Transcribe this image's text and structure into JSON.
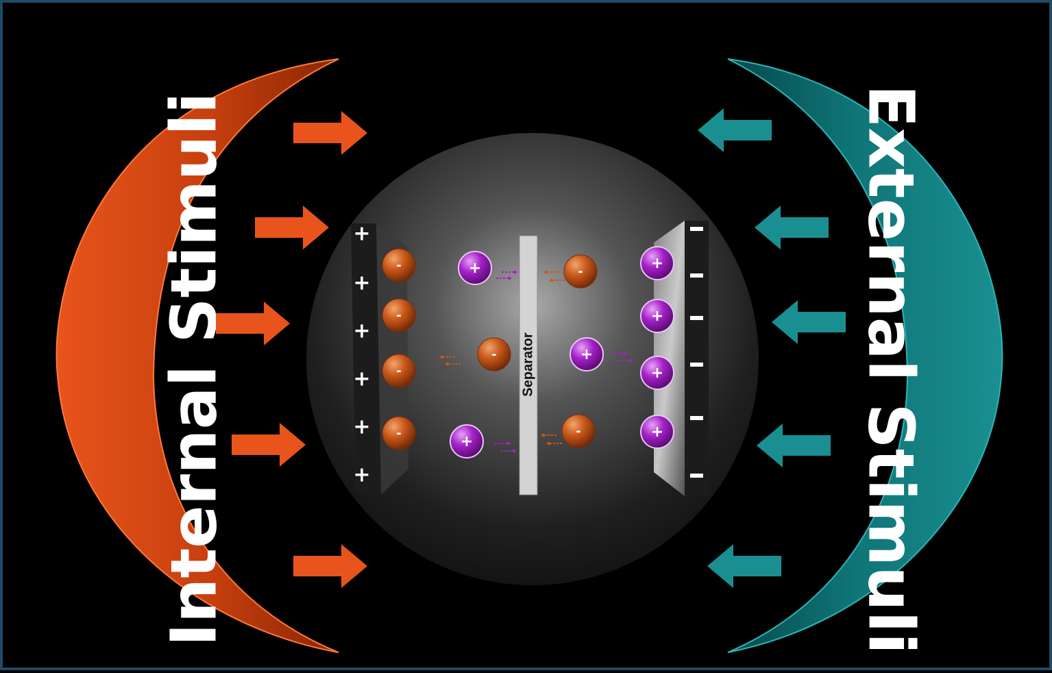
{
  "left_label": "Internal Stimuli",
  "right_label": "External Stimuli",
  "separator_label": "Separator",
  "plus_sign": "+",
  "minus_sign": "-",
  "colors": {
    "internal": "#e8541c",
    "external": "#1a8f91",
    "anion": "#c8581a",
    "cation": "#a422c8",
    "border": "#1e4a66"
  }
}
